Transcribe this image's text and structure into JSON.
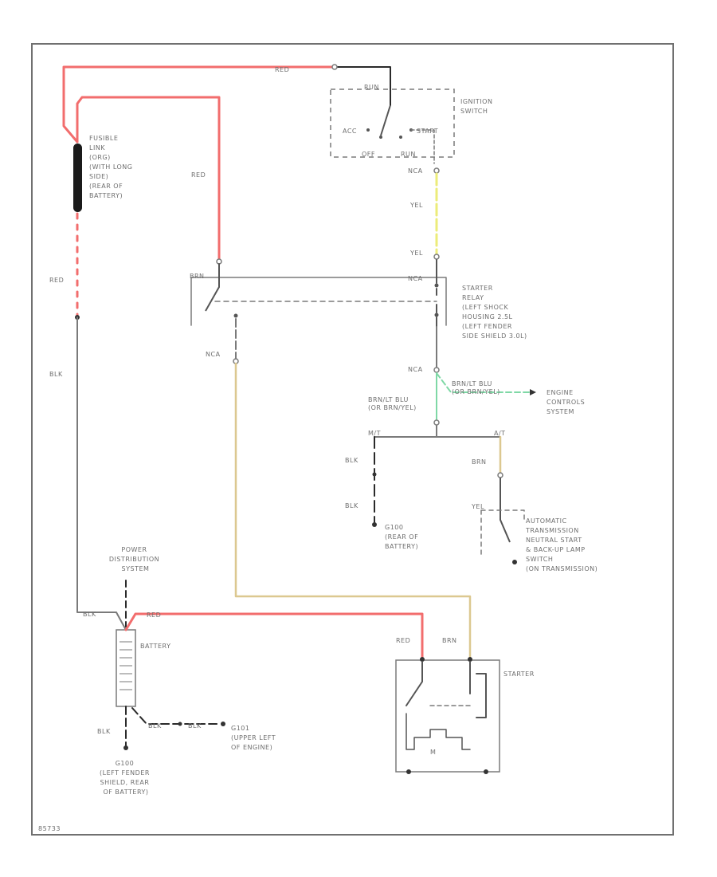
{
  "labels": {
    "red_top": "RED",
    "fusible_link": [
      "FUSIBLE",
      "LINK",
      "(ORG)",
      "(WITH LONG",
      "SIDE)",
      "(REAR OF",
      "BATTERY)"
    ],
    "red_mid": "RED",
    "red_left": "RED",
    "blk_left": "BLK",
    "run_top": "RUN",
    "ignition_switch": [
      "IGNITION",
      "SWITCH"
    ],
    "acc": "ACC",
    "start": "START",
    "off": "OFF",
    "run_sw": "RUN",
    "nca_top": "NCA",
    "yel_1": "YEL",
    "yel_2": "YEL",
    "brn_relay": "BRN",
    "nca_relay_r": "NCA",
    "starter_relay": [
      "STARTER",
      "RELAY",
      "(LEFT SHOCK",
      "HOUSING 2.5L",
      "(LEFT FENDER",
      "SIDE SHIELD 3.0L)"
    ],
    "nca_relay_l": "NCA",
    "nca_lower": "NCA",
    "brn_blu_1": "BRN/LT BLU",
    "brn_blu_1b": "(OR BRN/YEL)",
    "engine_controls": [
      "ENGINE",
      "CONTROLS",
      "SYSTEM"
    ],
    "brn_blu_2": "BRN/LT BLU",
    "brn_blu_2b": "(OR BRN/YEL)",
    "mt": "M/T",
    "at": "A/T",
    "blk_mt1": "BLK",
    "blk_mt2": "BLK",
    "brn_at": "BRN",
    "yel_at": "YEL",
    "g_mt": [
      "G100",
      "(REAR OF",
      "BATTERY)"
    ],
    "auto_trans": [
      "AUTOMATIC",
      "TRANSMISSION",
      "NEUTRAL START",
      "& BACK-UP LAMP",
      "SWITCH",
      "(ON TRANSMISSION)"
    ],
    "power_dist": [
      "POWER",
      "DISTRIBUTION",
      "SYSTEM"
    ],
    "batt_blk": "BLK",
    "batt_red": "RED",
    "battery": "BATTERY",
    "red_starter": "RED",
    "brn_starter": "BRN",
    "starter": "STARTER",
    "blk_ground": "BLK",
    "blk_g2": "BLK",
    "blk_g3": "BLK",
    "g_left": [
      "G100",
      "(LEFT FENDER",
      "SHIELD, REAR",
      "OF BATTERY)"
    ],
    "g_engine": [
      "G101",
      "(UPPER LEFT",
      "OF ENGINE)"
    ],
    "motor": "M",
    "footer_code": "85733"
  },
  "colors": {
    "red_wire": "#f26d6d",
    "yel_wire": "#ecec7a",
    "brn_wire": "#dcc890",
    "grn_wire": "#7fd8a6",
    "gray_wire": "#7a7a7a",
    "dark_wire": "#2a2a2a",
    "text": "#6e6e6e",
    "frame": "#707070"
  }
}
